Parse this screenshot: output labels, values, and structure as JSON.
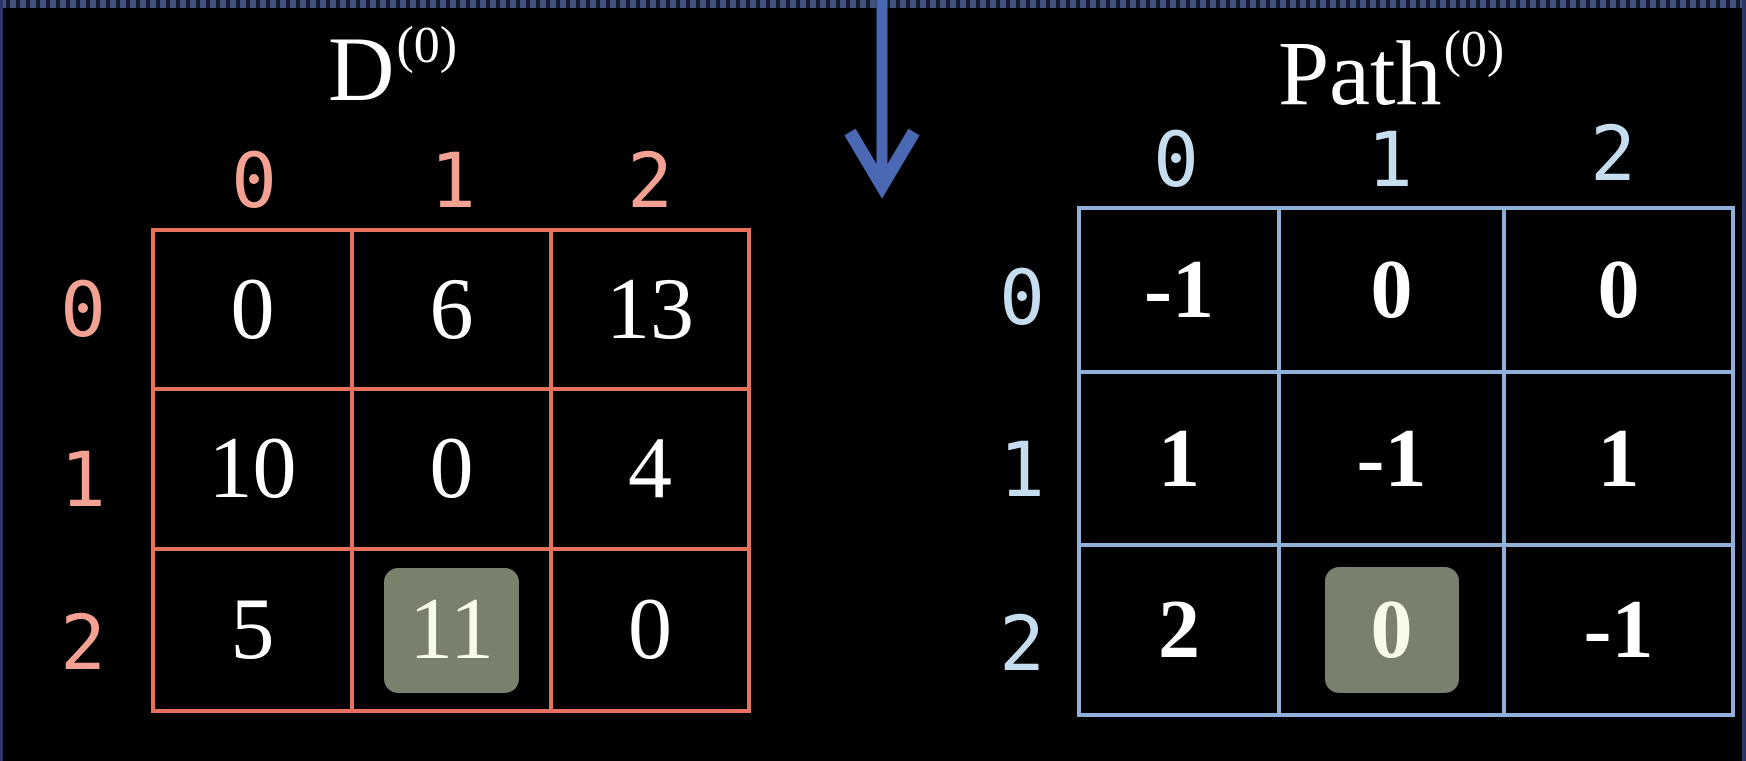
{
  "d_matrix": {
    "title": "D",
    "superscript": "(0)",
    "col_headers": [
      "0",
      "1",
      "2"
    ],
    "row_headers": [
      "0",
      "1",
      "2"
    ],
    "rows": [
      [
        "0",
        "6",
        "13"
      ],
      [
        "10",
        "0",
        "4"
      ],
      [
        "5",
        "11",
        "0"
      ]
    ],
    "highlighted_cell": {
      "row": 2,
      "col": 1
    },
    "border_color": "#e8715e",
    "index_color": "#f2a193"
  },
  "path_matrix": {
    "title": "Path",
    "superscript": "(0)",
    "col_headers": [
      "0",
      "1",
      "2"
    ],
    "row_headers": [
      "0",
      "1",
      "2"
    ],
    "rows": [
      [
        "-1",
        "0",
        "0"
      ],
      [
        "1",
        "-1",
        "1"
      ],
      [
        "2",
        "0",
        "-1"
      ]
    ],
    "highlighted_cell": {
      "row": 2,
      "col": 1
    },
    "border_color": "#8fb1d9",
    "index_color": "#c6dcef"
  },
  "highlight_color": "#79806c",
  "arrow_color": "#4a68b4",
  "arrow_direction": "down"
}
